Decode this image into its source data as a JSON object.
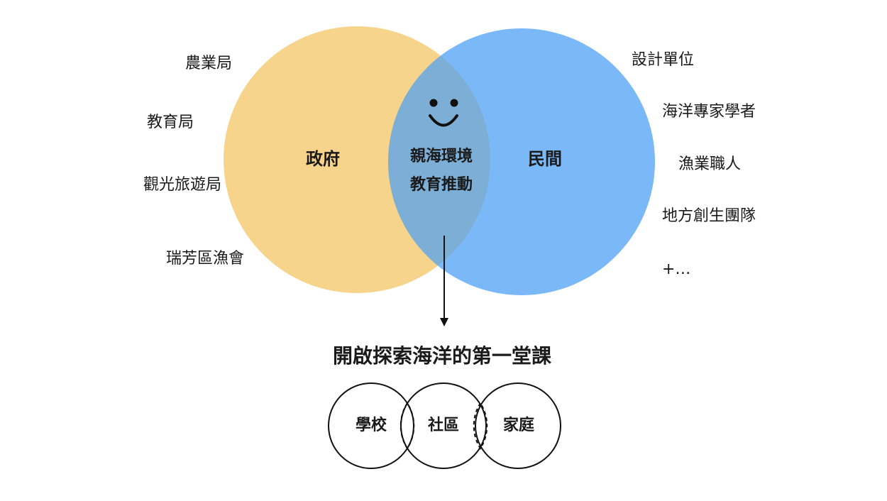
{
  "venn": {
    "left_label": "政府",
    "right_label": "民間",
    "center_line1": "親海環境",
    "center_line2": "教育推動",
    "left_color": "#F7D48C",
    "right_color": "#7AB8F7",
    "overlap_color": "#7DAFD6",
    "center_icon": "smiley-icon"
  },
  "left_items": [
    "農業局",
    "教育局",
    "觀光旅遊局",
    "瑞芳區漁會"
  ],
  "right_items": [
    "設計單位",
    "海洋專家學者",
    "漁業職人",
    "地方創生團隊",
    "+…"
  ],
  "result": {
    "title": "開啟探索海洋的第一堂課",
    "circles": [
      "學校",
      "社區",
      "家庭"
    ]
  }
}
